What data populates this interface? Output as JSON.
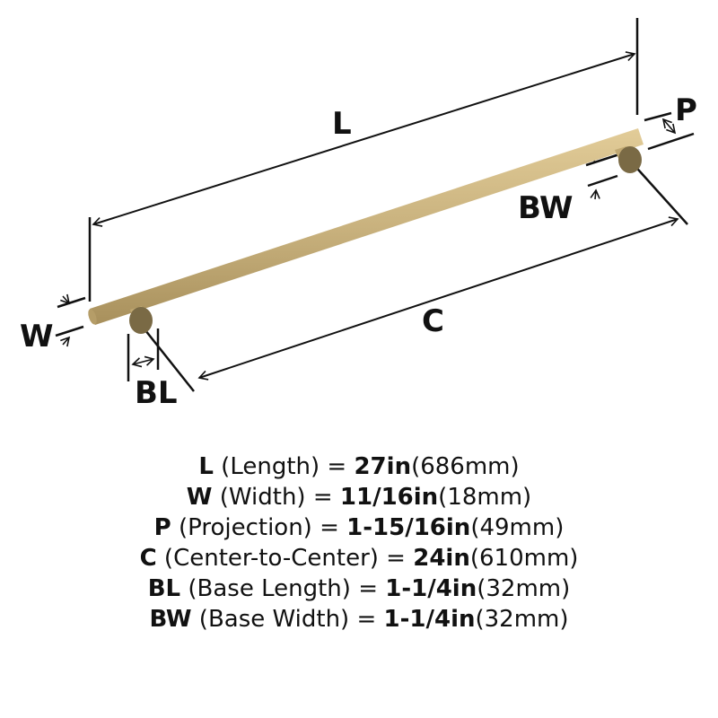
{
  "labels": {
    "L": "L",
    "W": "W",
    "P": "P",
    "C": "C",
    "BL": "BL",
    "BW": "BW"
  },
  "colors": {
    "finish": "#c9b27e",
    "base": "#7a6a45",
    "line": "#111111"
  },
  "specs": [
    {
      "code": "L",
      "desc": " (Length) = ",
      "value": "27in",
      "metric": "(686mm)"
    },
    {
      "code": "W",
      "desc": " (Width) = ",
      "value": "11/16in",
      "metric": "(18mm)"
    },
    {
      "code": "P",
      "desc": " (Projection) = ",
      "value": "1-15/16in",
      "metric": "(49mm)"
    },
    {
      "code": "C",
      "desc": " (Center-to-Center) = ",
      "value": "24in",
      "metric": "(610mm)"
    },
    {
      "code": "BL",
      "desc": " (Base Length) = ",
      "value": "1-1/4in",
      "metric": "(32mm)"
    },
    {
      "code": "BW",
      "desc": " (Base Width) = ",
      "value": "1-1/4in",
      "metric": "(32mm)"
    }
  ]
}
